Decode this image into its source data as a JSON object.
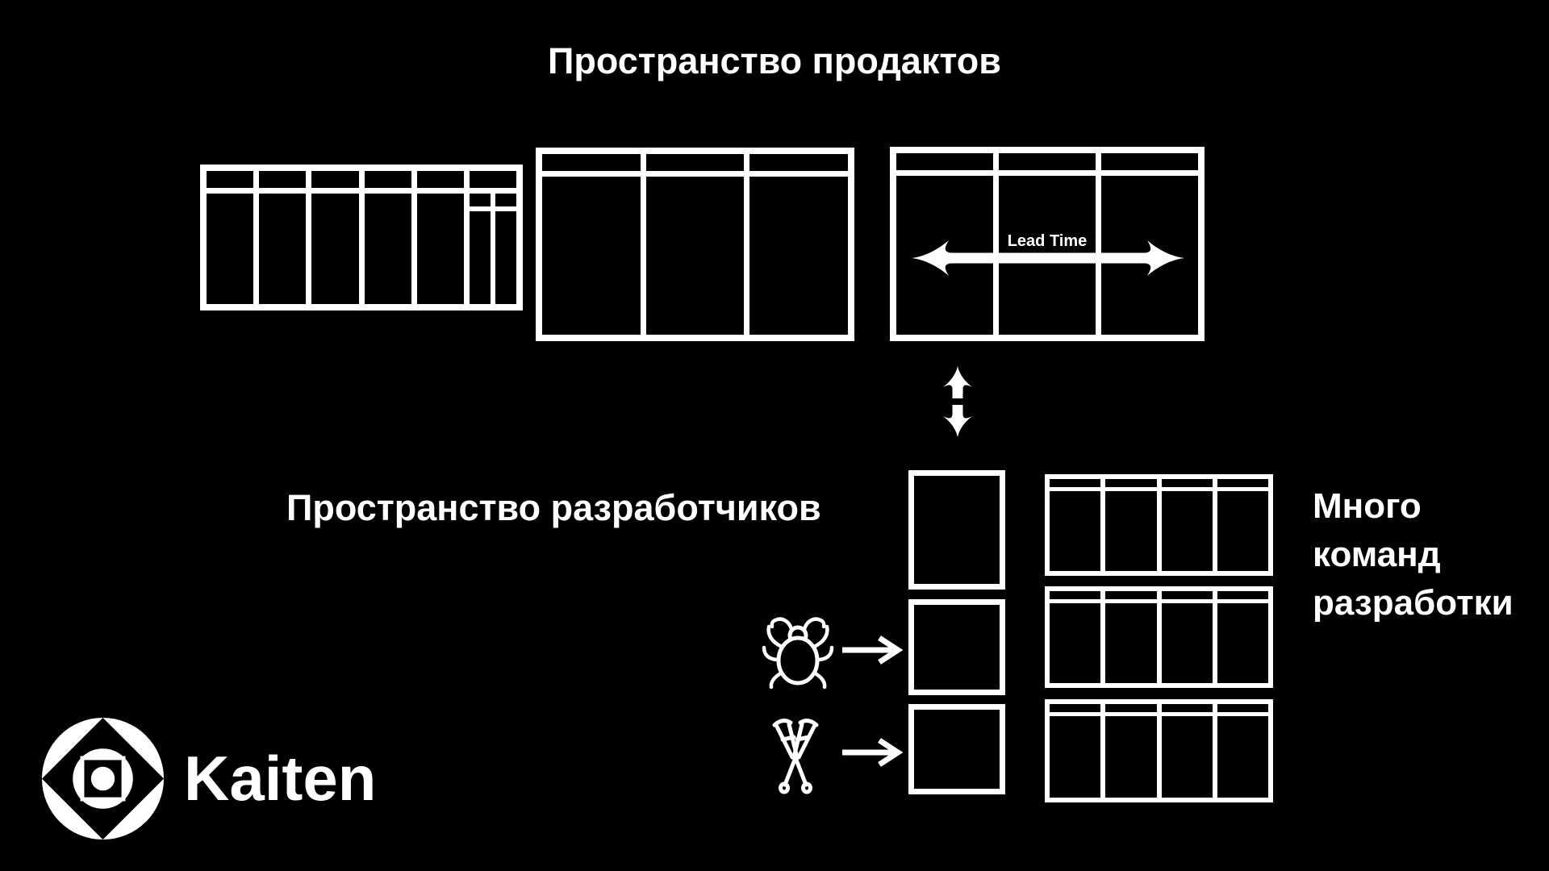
{
  "page": {
    "background": "#000000",
    "foreground": "#ffffff"
  },
  "texts": {
    "products_space_title": "Пространство продактов",
    "developers_space_title": "Пространство разработчиков",
    "many_dev_teams": "Много команд разработки",
    "lead_time": "Lead Time",
    "brand": "Kaiten"
  },
  "icons": {
    "bug": "bug-icon",
    "crutches": "crutches-icon",
    "arrow_right_small": "arrow-right-icon",
    "vertical_double_arrow": "double-arrow-vertical-icon",
    "lead_time_arrow": "double-arrow-horizontal-icon",
    "logo_mark": "kaiten-logo-icon"
  },
  "boards": {
    "product": [
      {
        "id": "product-board-1",
        "columns": 6,
        "split_last_column": true
      },
      {
        "id": "product-board-2",
        "columns": 3
      },
      {
        "id": "product-board-3",
        "columns": 3,
        "lead_time_overlay": true
      }
    ],
    "dev_single": [
      {
        "id": "dev-board-1"
      },
      {
        "id": "dev-board-2"
      },
      {
        "id": "dev-board-3"
      }
    ],
    "dev_team": [
      {
        "id": "team-board-1",
        "columns": 4
      },
      {
        "id": "team-board-2",
        "columns": 4
      },
      {
        "id": "team-board-3",
        "columns": 4
      }
    ]
  }
}
